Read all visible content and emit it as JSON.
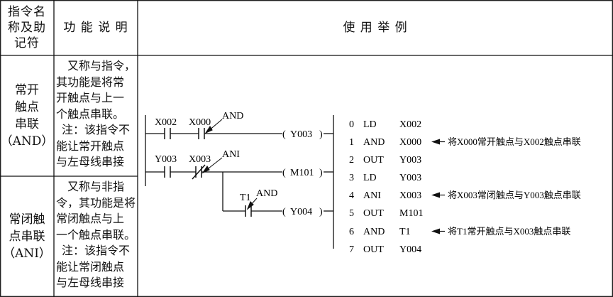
{
  "header": {
    "col1_lines": [
      "指令名",
      "称及助",
      "记符"
    ],
    "col2": "功 能 说 明",
    "col3": "使 用 举 例"
  },
  "rows": [
    {
      "name_lines": [
        "常开",
        "触点",
        "串联",
        "（AND）"
      ],
      "desc_lines": [
        "又称与指令，",
        "其功能是将常",
        "开触点与上一",
        "个触点串联。",
        "注：该指令不",
        "能让常开触点",
        "与左母线串接"
      ]
    },
    {
      "name_lines": [
        "常闭触",
        "点串联",
        "（ANI）"
      ],
      "desc_lines": [
        "又称与非指",
        "令，其功能是将",
        "常闭触点与上",
        "一个触点串联。",
        "注：该指令不",
        "能让常闭触点",
        "与左母线串接"
      ]
    }
  ],
  "ladder": {
    "contacts": [
      "X002",
      "X000",
      "Y003",
      "X003",
      "T1"
    ],
    "coils": [
      "Y003",
      "M101",
      "Y004"
    ],
    "annotations": [
      "AND",
      "ANI",
      "AND"
    ]
  },
  "program": [
    {
      "step": "0",
      "op": "LD",
      "operand": "X002"
    },
    {
      "step": "1",
      "op": "AND",
      "operand": "X000"
    },
    {
      "step": "2",
      "op": "OUT",
      "operand": "Y003"
    },
    {
      "step": "3",
      "op": "LD",
      "operand": "Y003"
    },
    {
      "step": "4",
      "op": "ANI",
      "operand": "X003"
    },
    {
      "step": "5",
      "op": "OUT",
      "operand": "M101"
    },
    {
      "step": "6",
      "op": "AND",
      "operand": "T1"
    },
    {
      "step": "7",
      "op": "OUT",
      "operand": "Y004"
    }
  ],
  "comments": [
    "将X000常开触点与X002触点串联",
    "将X003常闭触点与Y003触点串联",
    "将T1常开触点与X003触点串联"
  ]
}
